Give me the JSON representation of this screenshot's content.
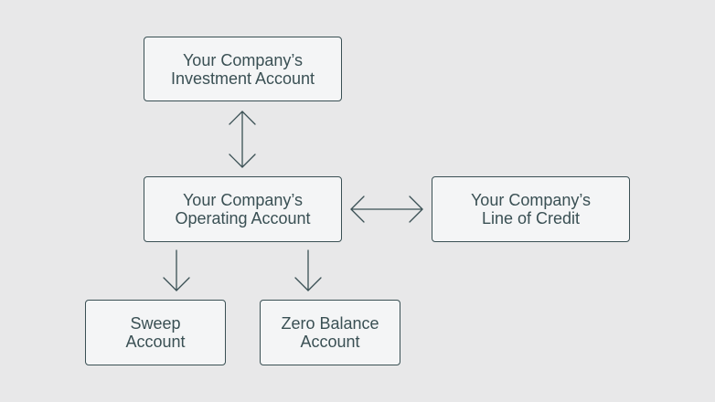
{
  "nodes": {
    "investment": {
      "line1": "Your Company’s",
      "line2": "Investment Account"
    },
    "operating": {
      "line1": "Your Company’s",
      "line2": "Operating Account"
    },
    "credit": {
      "line1": "Your Company’s",
      "line2": "Line of Credit"
    },
    "sweep": {
      "line1": "Sweep",
      "line2": "Account"
    },
    "zero": {
      "line1": "Zero Balance",
      "line2": "Account"
    }
  },
  "colors": {
    "background": "#e8e8e9",
    "box_fill": "#f4f5f6",
    "stroke": "#3a5054"
  },
  "connections": [
    {
      "from": "investment",
      "to": "operating",
      "direction": "both"
    },
    {
      "from": "operating",
      "to": "credit",
      "direction": "both"
    },
    {
      "from": "operating",
      "to": "sweep",
      "direction": "forward"
    },
    {
      "from": "operating",
      "to": "zero",
      "direction": "forward"
    }
  ]
}
